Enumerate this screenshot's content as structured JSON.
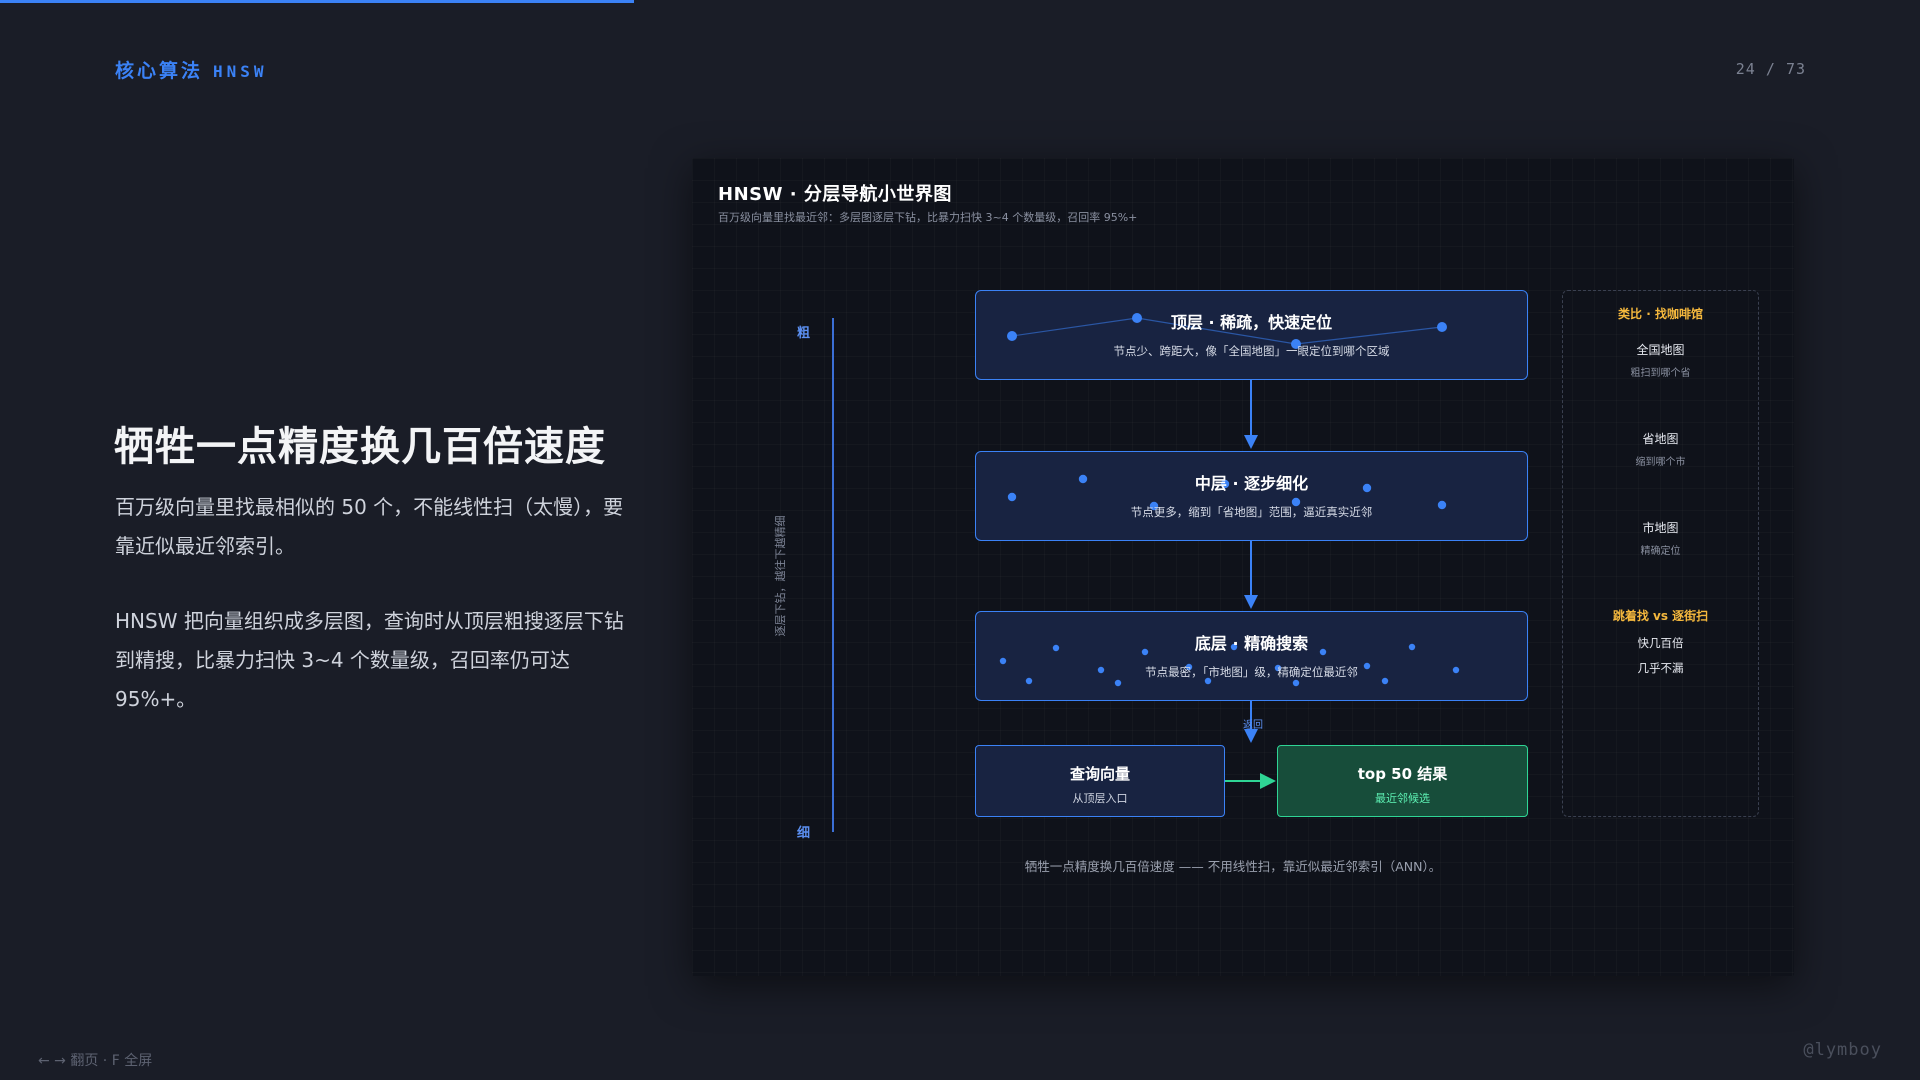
{
  "progress": {
    "fraction": 0.33
  },
  "header": {
    "section_label": "核心算法",
    "section_en": "HNSW",
    "page_current": "24",
    "page_total": "73",
    "page_sep": "/"
  },
  "left": {
    "headline": "牺牲一点精度换几百倍速度",
    "para1": "百万级向量里找最相似的 50 个，不能线性扫（太慢），要靠近似最近邻索引。",
    "para2": "HNSW 把向量组织成多层图，查询时从顶层粗搜逐层下钻到精搜，比暴力扫快 3~4 个数量级，召回率仍可达 95%+。"
  },
  "diagram": {
    "title": "HNSW · 分层导航小世界图",
    "subtitle": "百万级向量里找最近邻：多层图逐层下钻，比暴力扫快 3~4 个数量级，召回率 95%+",
    "axis_top": "粗",
    "axis_bottom": "细",
    "axis_label": "逐层下钻，越往下越精细",
    "layers": [
      {
        "title": "顶层 · 稀疏，快速定位",
        "desc": "节点少、跨距大，像「全国地图」一眼定位到哪个区域"
      },
      {
        "title": "中层 · 逐步细化",
        "desc": "节点更多，缩到「省地图」范围，逼近真实近邻"
      },
      {
        "title": "底层 · 精确搜索",
        "desc": "节点最密，「市地图」级，精确定位最近邻"
      }
    ],
    "return_label": "返回",
    "query": {
      "title": "查询向量",
      "sub": "从顶层入口"
    },
    "result": {
      "title": "top 50 结果",
      "sub": "最近邻候选"
    },
    "analogy": {
      "title": "类比 · 找咖啡馆",
      "items": [
        {
          "title": "全国地图",
          "sub": "粗扫到哪个省"
        },
        {
          "title": "省地图",
          "sub": "缩到哪个市"
        },
        {
          "title": "市地图",
          "sub": "精确定位"
        }
      ],
      "compare_title": "跳着找 vs 逐街扫",
      "compare_1": "快几百倍",
      "compare_2": "几乎不漏"
    },
    "caption": "牺牲一点精度换几百倍速度 —— 不用线性扫，靠近似最近邻索引（ANN）。"
  },
  "footer": {
    "nav_hint": "← → 翻页 · F 全屏",
    "author": "@lymboy"
  },
  "colors": {
    "accent": "#3b82f6",
    "success": "#2fd595",
    "warning": "#f5b83d",
    "background": "#1a1d27"
  }
}
